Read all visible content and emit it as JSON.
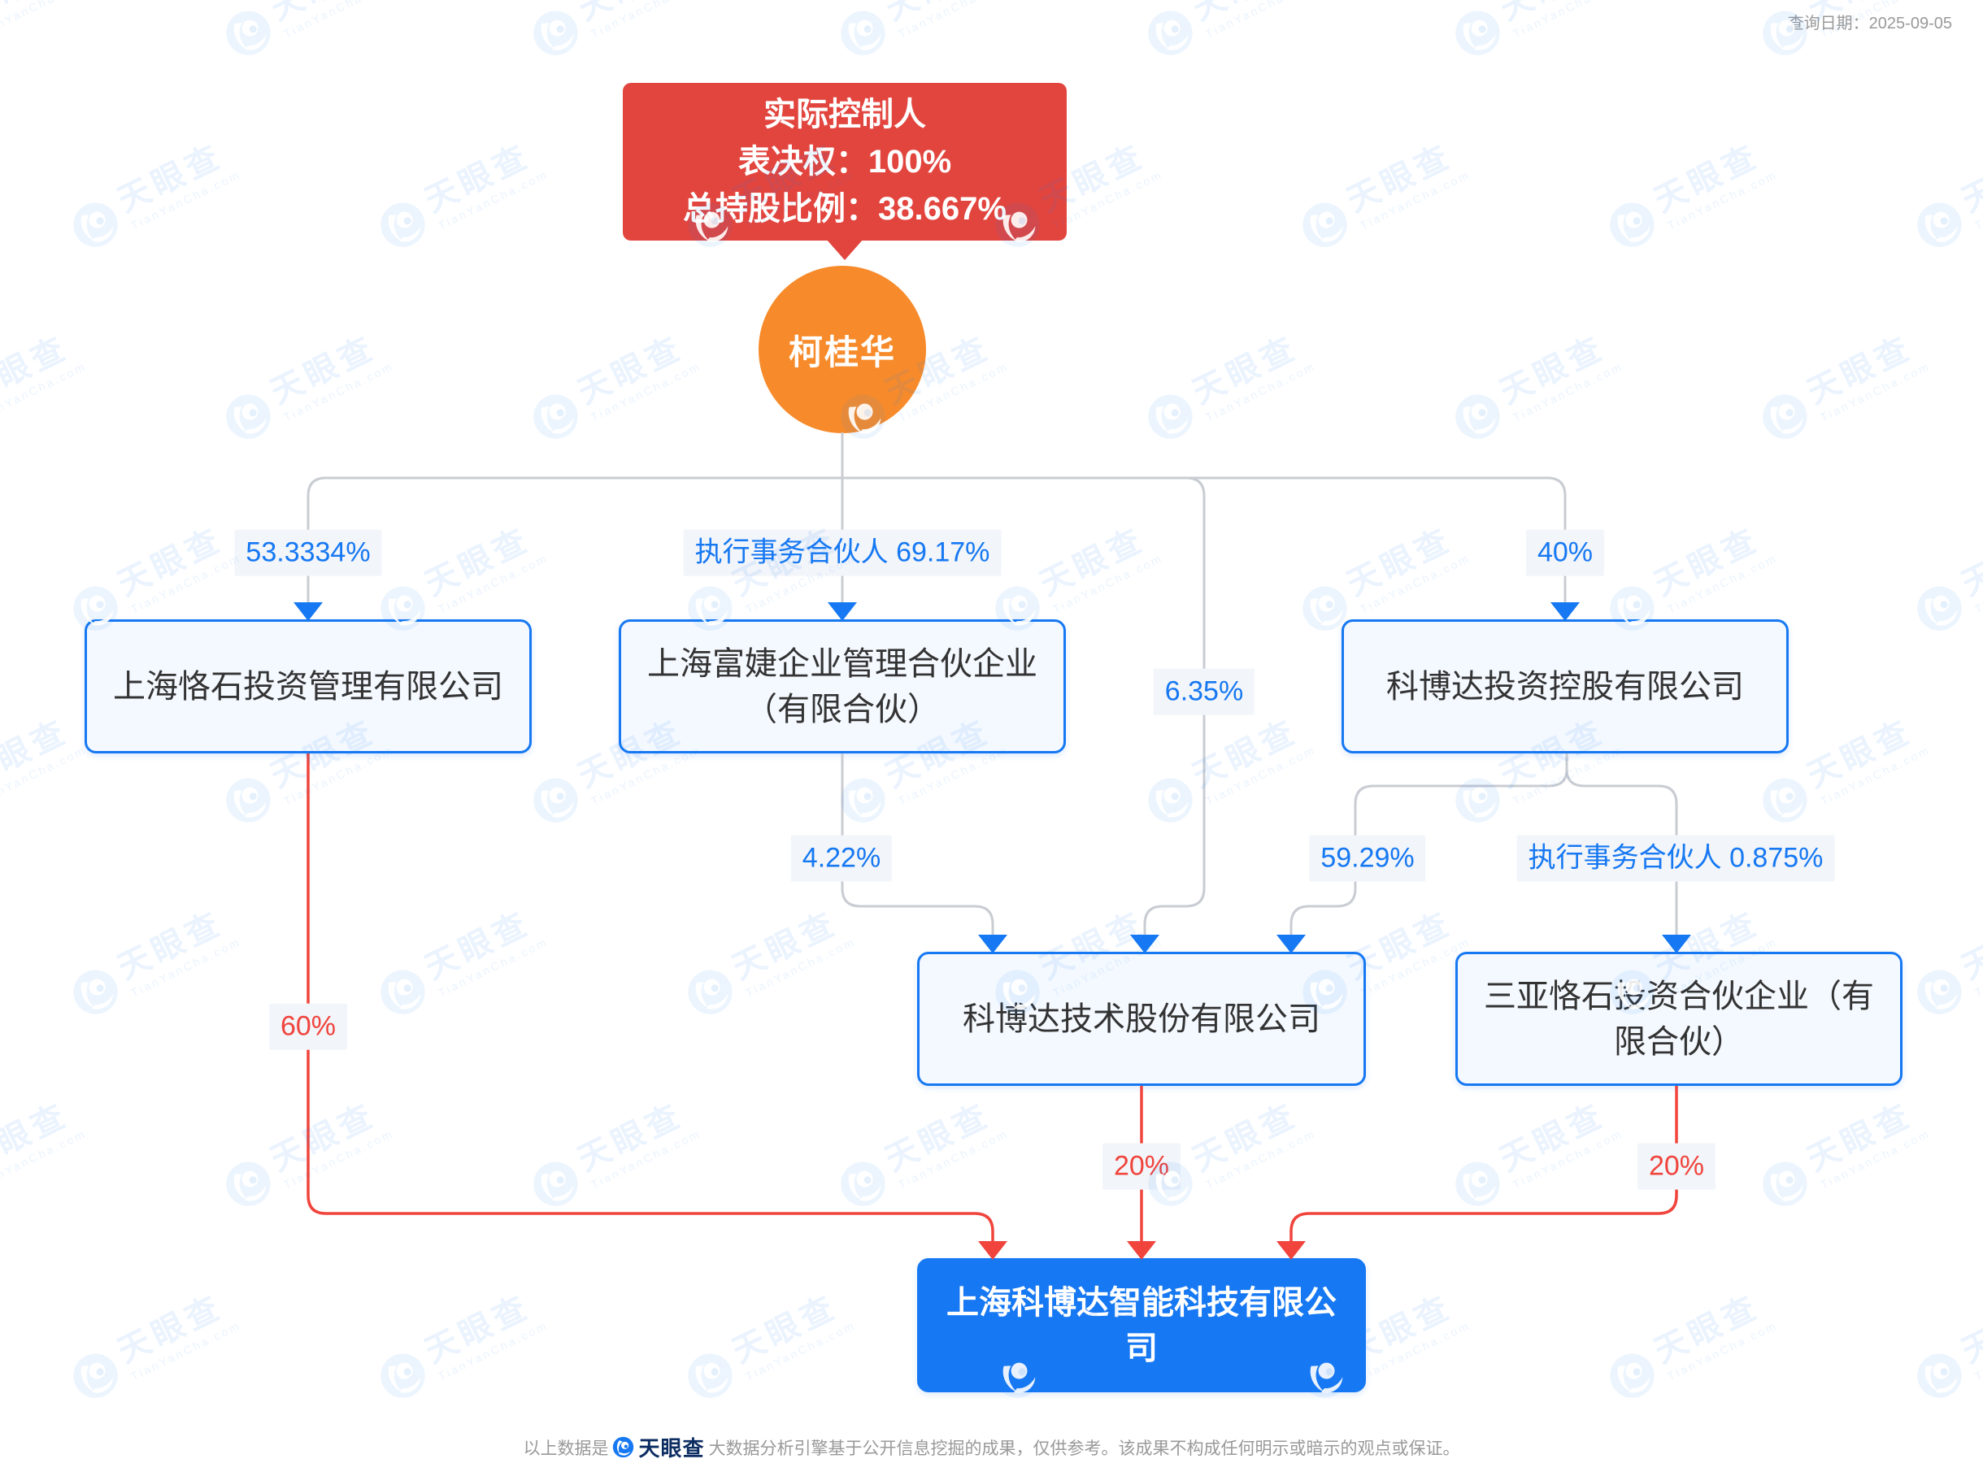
{
  "header": {
    "query_date": "查询日期：2025-09-05"
  },
  "controller_callout": {
    "line1": "实际控制人",
    "line2": "表决权：100%",
    "line3": "总持股比例：38.667%"
  },
  "person": {
    "name": "柯桂华"
  },
  "nodes": {
    "keshi": "上海恪石投资管理有限公司",
    "fujie": "上海富婕企业管理合伙企业（有限合伙）",
    "kbd_holding": "科博达投资控股有限公司",
    "kbd_tech": "科博达技术股份有限公司",
    "sanya": "三亚恪石投资合伙企业（有限合伙）",
    "target": "上海科博达智能科技有限公司"
  },
  "edges": {
    "to_keshi": "53.3334%",
    "to_fujie": "执行事务合伙人 69.17%",
    "to_holding": "40%",
    "direct_to_tech": "6.35%",
    "fujie_to_tech": "4.22%",
    "holding_to_tech": "59.29%",
    "holding_to_sanya": "执行事务合伙人 0.875%",
    "keshi_to_target": "60%",
    "tech_to_target": "20%",
    "sanya_to_target": "20%"
  },
  "footer": {
    "prefix": "以上数据是",
    "brand": "天眼查",
    "suffix": "大数据分析引擎基于公开信息挖掘的成果，仅供参考。该成果不构成任何明示或暗示的观点或保证。"
  },
  "watermark": {
    "brand": "天眼查",
    "domain": "TianYanCha.com"
  },
  "colors": {
    "accent": "#1678F2",
    "red": "#F0443C",
    "red-dark": "#E2453E",
    "orange": "#F78B2B",
    "line-gray": "#C9CCD2",
    "label-bg": "#F2F5FA",
    "node-bg": "#F4F9FF",
    "text-dark": "#333333",
    "muted": "#999999",
    "brand-navy": "#0C2D62",
    "wm": "rgba(22,120,242,0.09)"
  }
}
